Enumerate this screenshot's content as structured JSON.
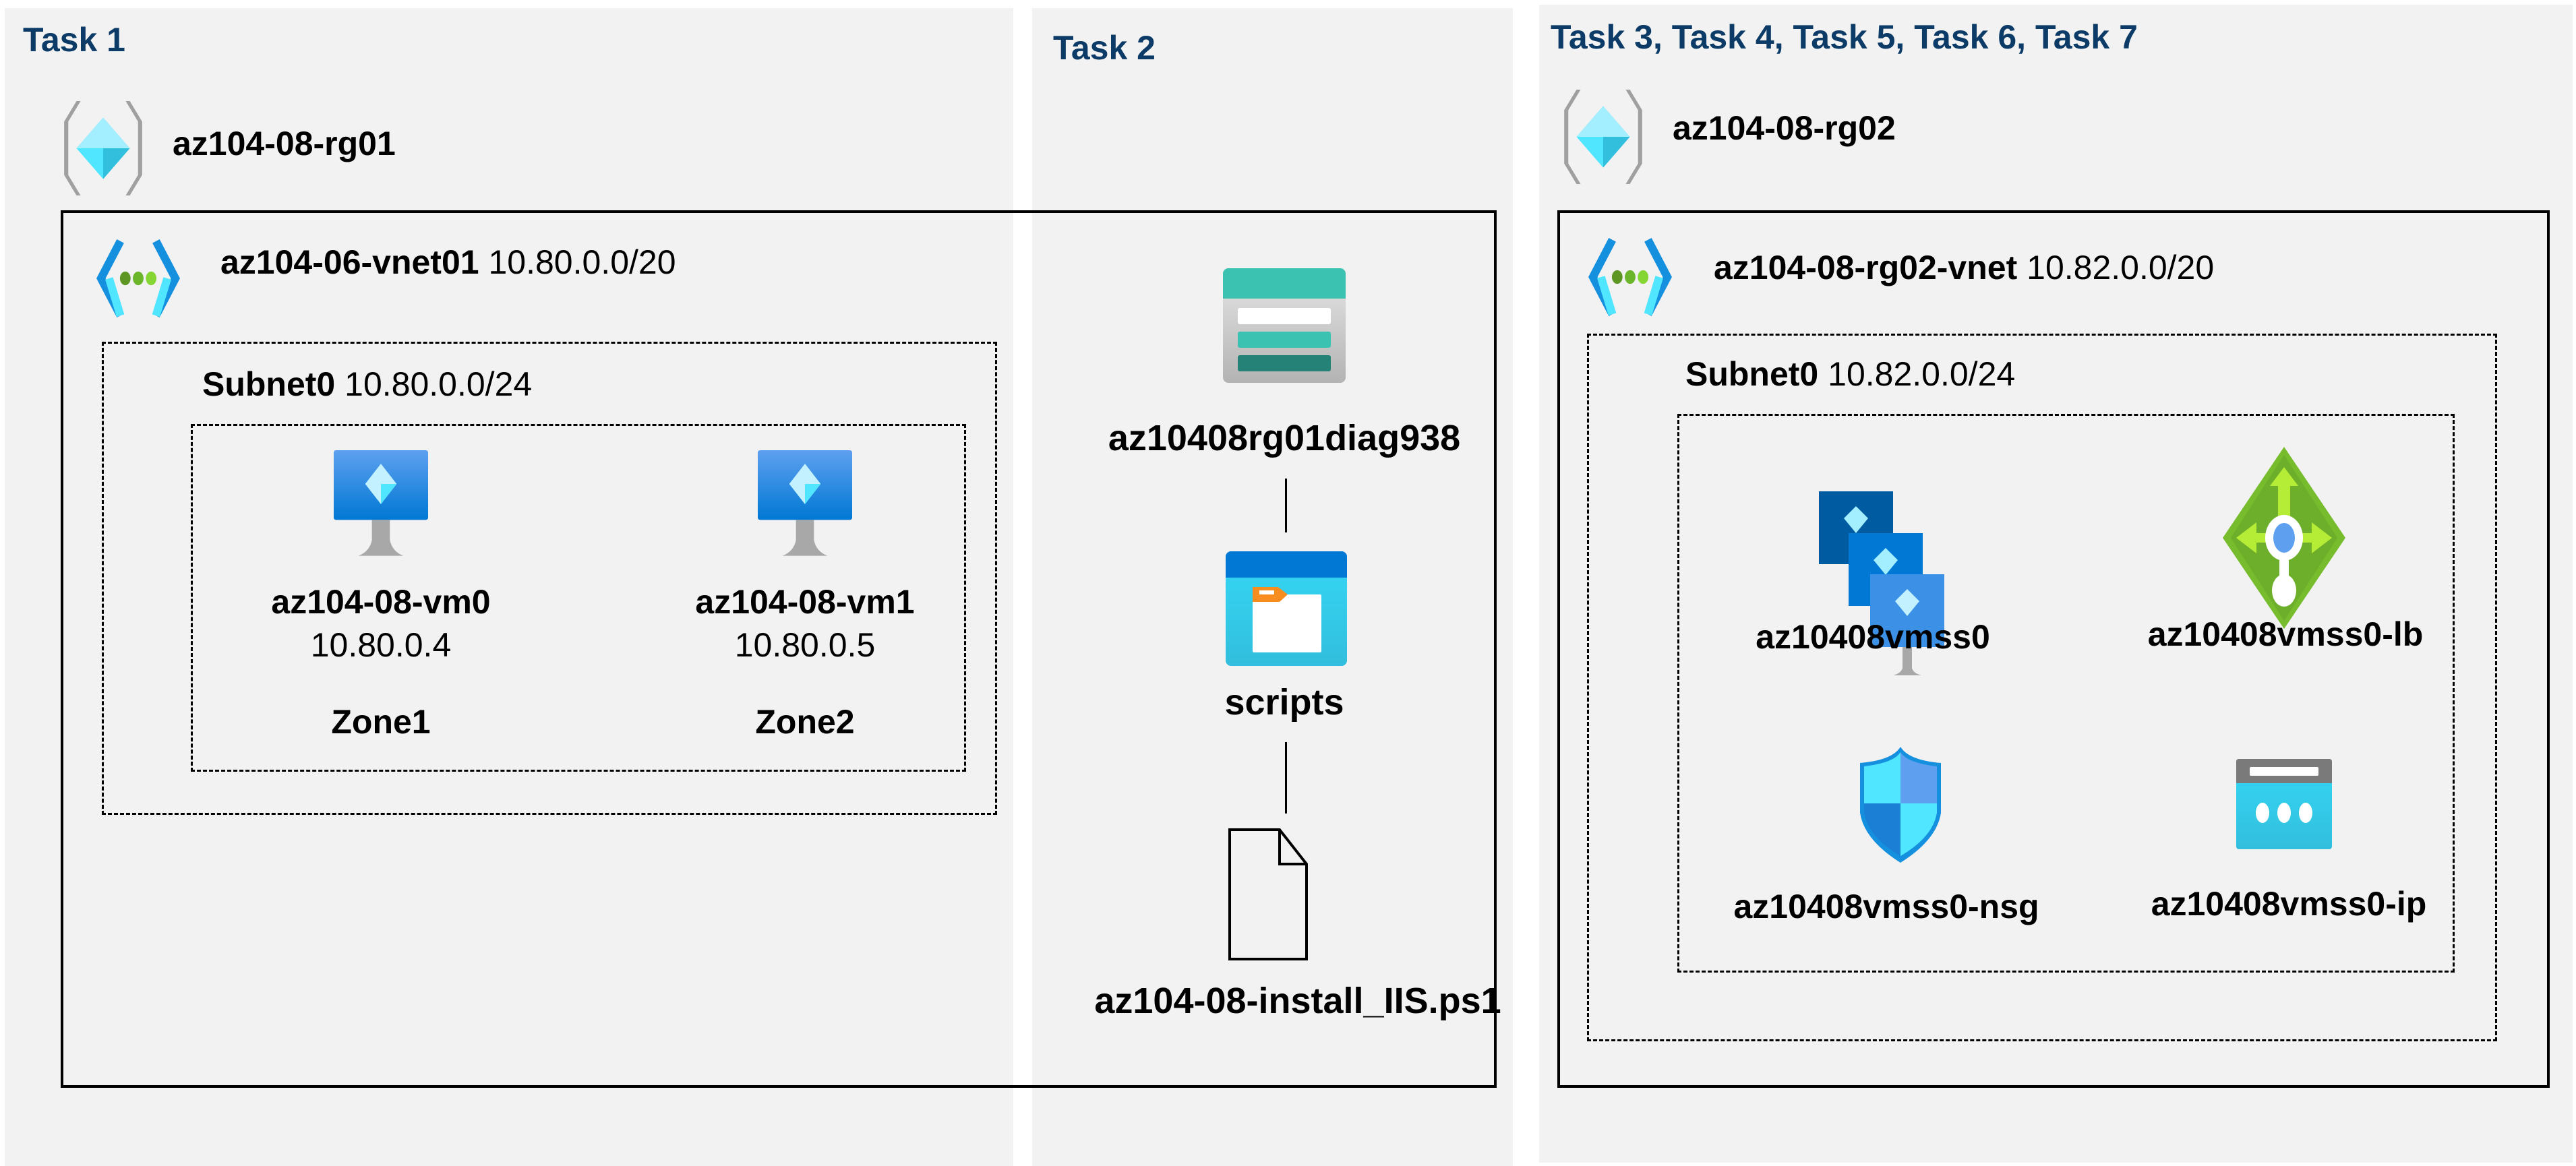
{
  "task1": {
    "title": "Task 1",
    "resource_group": "az104-08-rg01",
    "vnet": {
      "name": "az104-06-vnet01",
      "cidr": "10.80.0.0/20"
    },
    "subnet": {
      "name": "Subnet0",
      "cidr": "10.80.0.0/24"
    },
    "vms": [
      {
        "name": "az104-08-vm0",
        "ip": "10.80.0.4",
        "zone": "Zone1"
      },
      {
        "name": "az104-08-vm1",
        "ip": "10.80.0.5",
        "zone": "Zone2"
      }
    ]
  },
  "task2": {
    "title": "Task 2",
    "storage_account": "az10408rg01diag938",
    "container": "scripts",
    "file": "az104-08-install_IIS.ps1"
  },
  "task3": {
    "title": "Task 3, Task 4, Task 5, Task 6, Task 7",
    "resource_group": "az104-08-rg02",
    "vnet": {
      "name": "az104-08-rg02-vnet",
      "cidr": "10.82.0.0/20"
    },
    "subnet": {
      "name": "Subnet0",
      "cidr": "10.82.0.0/24"
    },
    "resources": {
      "vmss": "az10408vmss0",
      "lb": "az10408vmss0-lb",
      "nsg": "az10408vmss0-nsg",
      "ip": "az10408vmss0-ip"
    }
  },
  "colors": {
    "panel_bg": "#f2f2f2",
    "task_title": "#0b3b66",
    "azure_blue": "#0078d4",
    "storage_teal": "#3bc2b1"
  }
}
